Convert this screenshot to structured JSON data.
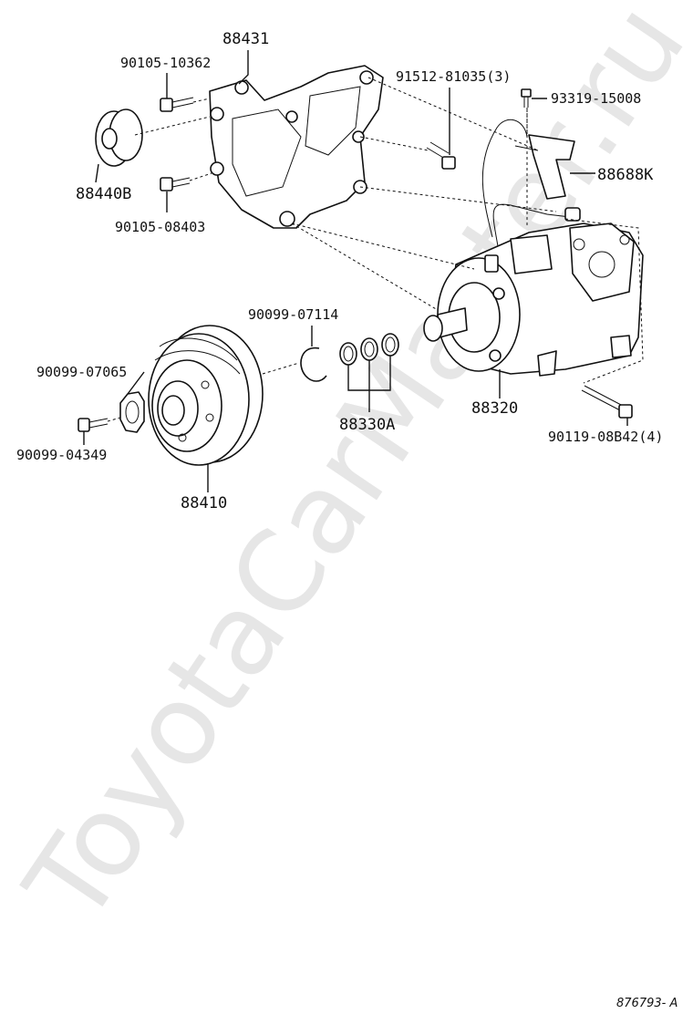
{
  "watermark": "ToyotaCarMaster.ru",
  "figure_code": "876793- A",
  "labels": {
    "p88431": "88431",
    "p90105_10362": "90105-10362",
    "p91512_81035": "91512-81035(3)",
    "p93319_15008": "93319-15008",
    "p88440B": "88440B",
    "p88688K": "88688K",
    "p90105_08403": "90105-08403",
    "p90099_07114": "90099-07114",
    "p90099_07065": "90099-07065",
    "p88320": "88320",
    "p88330A": "88330A",
    "p90119_08B42": "90119-08B42(4)",
    "p90099_04349": "90099-04349",
    "p88410": "88410"
  }
}
